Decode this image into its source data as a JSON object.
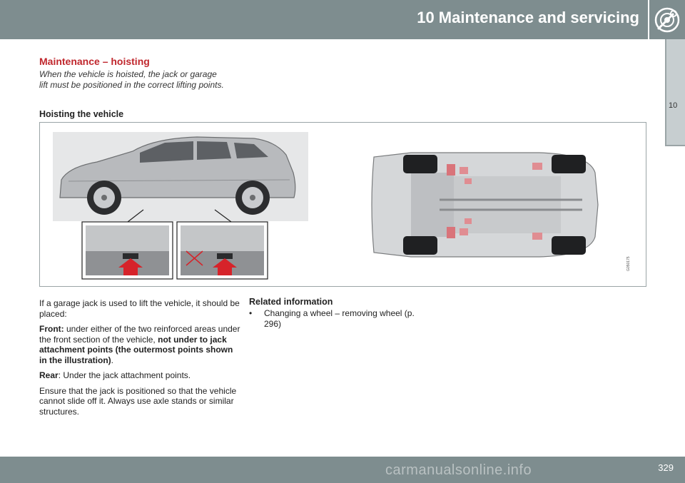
{
  "header": {
    "title": "10 Maintenance and servicing",
    "icon": "wrench-gear-icon"
  },
  "side_tab": {
    "chapter": "10"
  },
  "section": {
    "title": "Maintenance – hoisting",
    "intro": "When the vehicle is hoisted, the jack or garage lift must be positioned in the correct lifting points.",
    "subheading": "Hoisting the vehicle"
  },
  "figure": {
    "code": "G050175"
  },
  "body": {
    "p1": "If a garage jack is used to lift the vehicle, it should be placed:",
    "front_label": "Front:",
    "front_text": " under either of the two reinforced areas under the front section of the vehicle, ",
    "front_bold": "not under to jack attachment points (the outermost points shown in the illustration)",
    "front_end": ".",
    "rear_label": "Rear",
    "rear_text": ": Under the jack attachment points.",
    "p4": "Ensure that the jack is positioned so that the vehicle cannot slide off it. Always use axle stands or similar structures."
  },
  "related": {
    "title": "Related information",
    "bullet": "•",
    "item": "Changing a wheel – removing wheel (p. 296)"
  },
  "footer": {
    "page": "329",
    "watermark": "carmanualsonline.info"
  },
  "colors": {
    "header_bg": "#7e8d8f",
    "accent_red": "#c0272d",
    "tab_bg": "#c7ced0"
  }
}
